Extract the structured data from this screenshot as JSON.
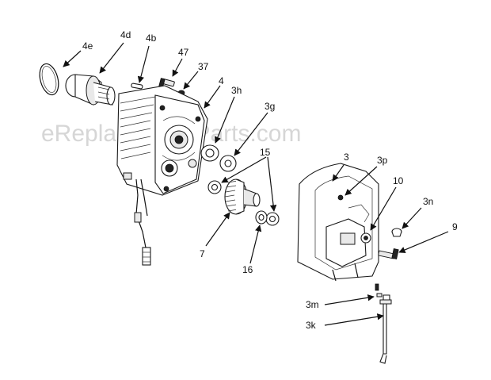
{
  "diagram": {
    "watermark": "eReplacementParts.com",
    "labels": {
      "4e": "4e",
      "4d": "4d",
      "4b": "4b",
      "47": "47",
      "37": "37",
      "4": "4",
      "3h": "3h",
      "3g": "3g",
      "15": "15",
      "7": "7",
      "16": "16",
      "3": "3",
      "3p": "3p",
      "10": "10",
      "3n": "3n",
      "9": "9",
      "3m": "3m",
      "3k": "3k"
    }
  }
}
